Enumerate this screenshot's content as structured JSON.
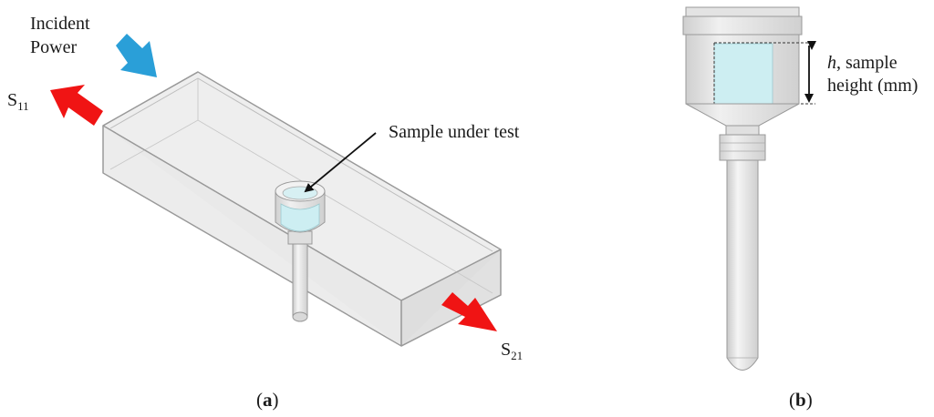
{
  "panel_a": {
    "incident_power": [
      "Incident",
      "Power"
    ],
    "s11": {
      "base": "S",
      "sub": "11"
    },
    "s21": {
      "base": "S",
      "sub": "21"
    },
    "sample_label": "Sample under test",
    "caption": {
      "open": "(",
      "letter": "a",
      "close": ")"
    }
  },
  "panel_b": {
    "height_label": {
      "italic": "h",
      "rest": ", sample",
      "line2": "height (mm)"
    },
    "caption": {
      "open": "(",
      "letter": "b",
      "close": ")"
    }
  },
  "colors": {
    "incident_arrow": "#2a9fd8",
    "port_arrow": "#f01414",
    "liquid": "#cdeef2",
    "waveguide_edge": "#9a9a9a",
    "tube_fill": "#e6e6e6"
  }
}
